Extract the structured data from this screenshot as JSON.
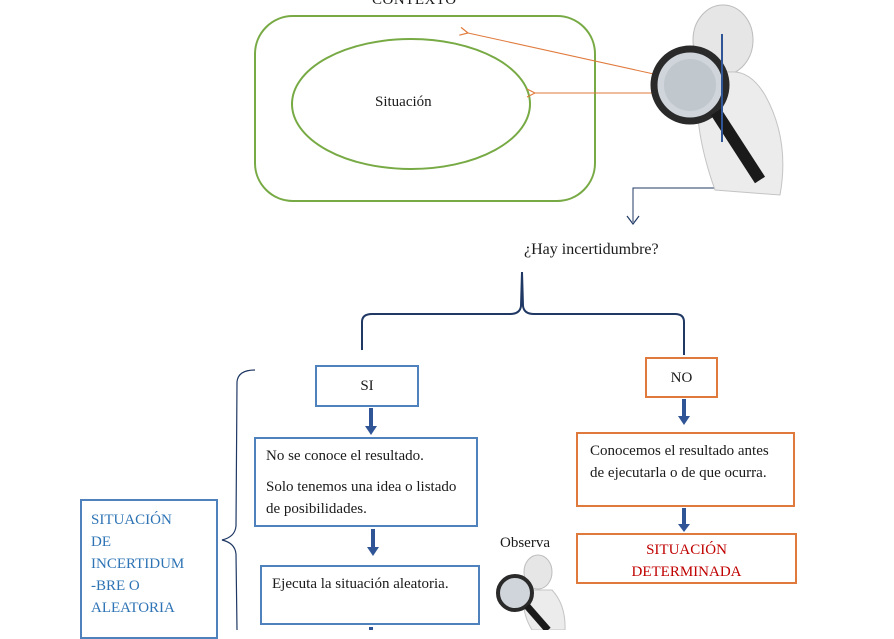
{
  "diagram": {
    "context": {
      "title": "CONTEXTO",
      "inner_label": "Situación"
    },
    "question": "¿Hay incertidumbre?",
    "yes_branch": {
      "label": "SI",
      "unknown_result": [
        "No se conoce el resultado.",
        "Solo tenemos una idea o listado de posibilidades."
      ],
      "execute": "Ejecuta la situación aleatoria.",
      "classification": [
        "SITUACIÓN",
        "DE",
        "INCERTIDUM",
        "-BRE O",
        "ALEATORIA"
      ]
    },
    "no_branch": {
      "label": "NO",
      "known_result": "Conocemos el resultado antes de ejecutarla o de que ocurra.",
      "classification": [
        "SITUACIÓN",
        "DETERMINADA"
      ]
    },
    "observe_label": "Observa"
  },
  "colors": {
    "context_green": "#77aa44",
    "arrow_orange": "#e07a3c",
    "box_blue": "#4f81bd",
    "box_orange": "#e07a3c",
    "brace_navy": "#1f3864",
    "determined_red": "#c00000",
    "uncertain_blue": "#2e74b5"
  },
  "icons": {
    "figure": "magnifying-glass-person-icon"
  }
}
